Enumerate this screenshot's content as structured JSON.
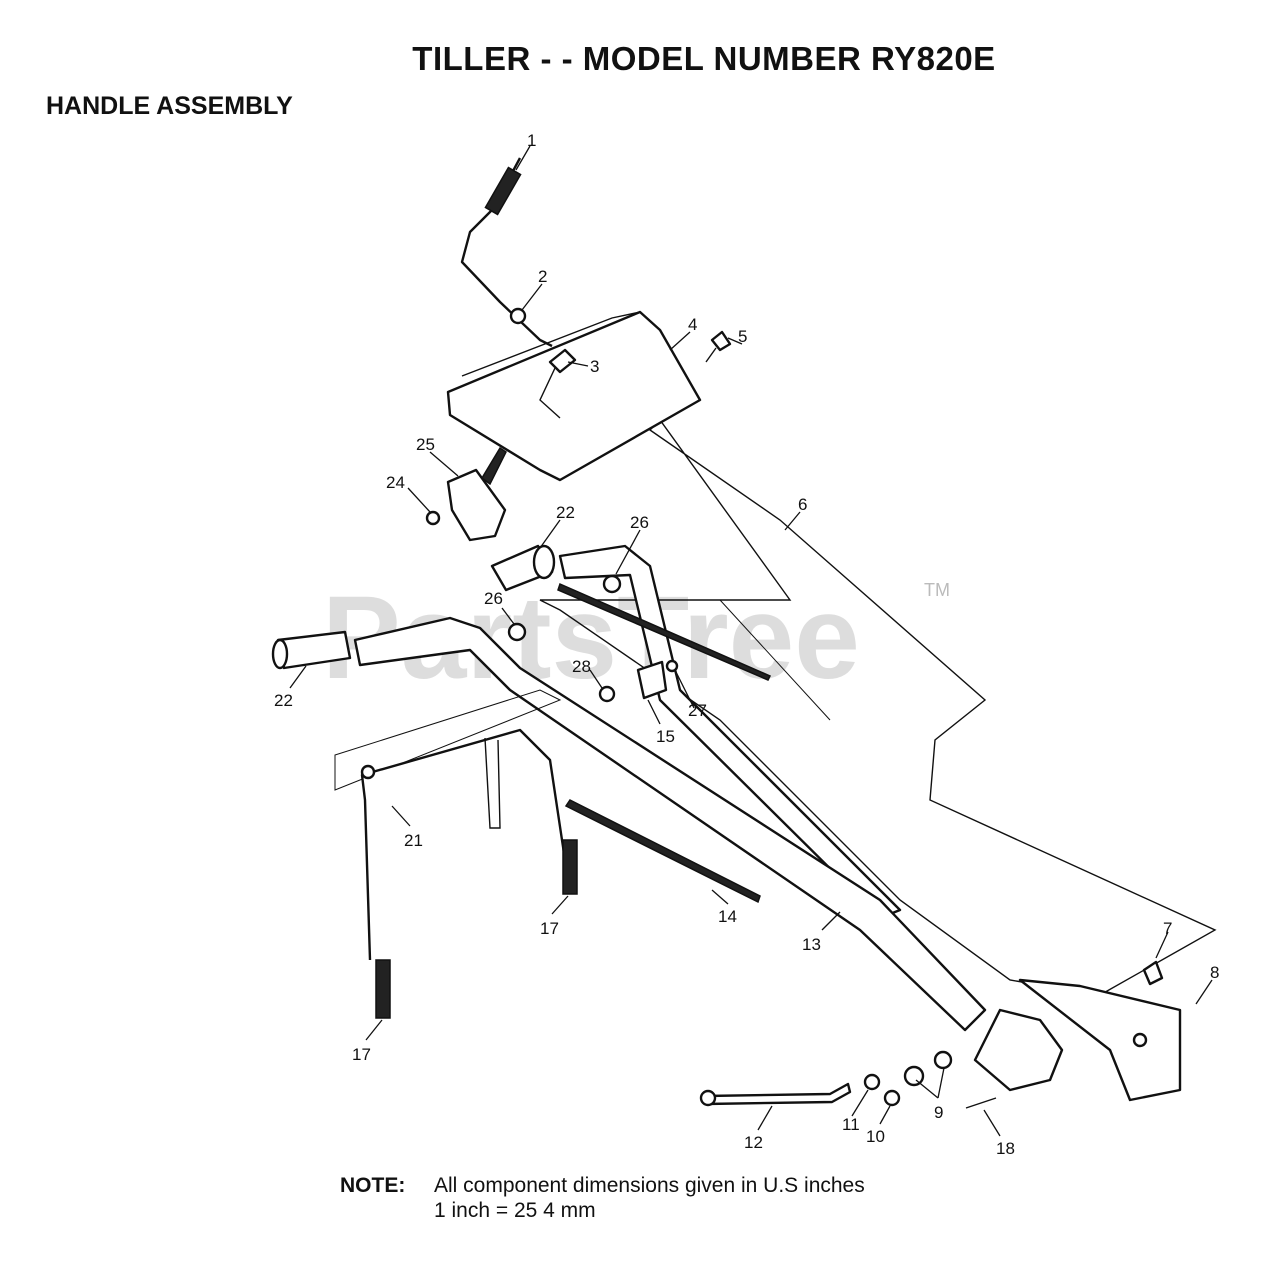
{
  "header": {
    "title": "TILLER - - MODEL NUMBER RY820E",
    "subtitle": "HANDLE ASSEMBLY"
  },
  "watermark": {
    "text": "PartsTree",
    "trademark": "TM"
  },
  "callouts": [
    {
      "id": "c1",
      "label": "1"
    },
    {
      "id": "c2",
      "label": "2"
    },
    {
      "id": "c3",
      "label": "3"
    },
    {
      "id": "c4",
      "label": "4"
    },
    {
      "id": "c5",
      "label": "5"
    },
    {
      "id": "c6",
      "label": "6"
    },
    {
      "id": "c7",
      "label": "7"
    },
    {
      "id": "c8",
      "label": "8"
    },
    {
      "id": "c9",
      "label": "9"
    },
    {
      "id": "c10",
      "label": "10"
    },
    {
      "id": "c11",
      "label": "11"
    },
    {
      "id": "c12",
      "label": "12"
    },
    {
      "id": "c13",
      "label": "13"
    },
    {
      "id": "c14",
      "label": "14"
    },
    {
      "id": "c15",
      "label": "15"
    },
    {
      "id": "c17a",
      "label": "17"
    },
    {
      "id": "c17b",
      "label": "17"
    },
    {
      "id": "c18",
      "label": "18"
    },
    {
      "id": "c21",
      "label": "21"
    },
    {
      "id": "c22a",
      "label": "22"
    },
    {
      "id": "c22b",
      "label": "22"
    },
    {
      "id": "c24",
      "label": "24"
    },
    {
      "id": "c25",
      "label": "25"
    },
    {
      "id": "c26a",
      "label": "26"
    },
    {
      "id": "c26b",
      "label": "26"
    },
    {
      "id": "c27",
      "label": "27"
    },
    {
      "id": "c28",
      "label": "28"
    }
  ],
  "note": {
    "label": "NOTE:",
    "line1": "All component dimensions given in U.S  inches",
    "line2": "1 inch = 25 4 mm"
  }
}
